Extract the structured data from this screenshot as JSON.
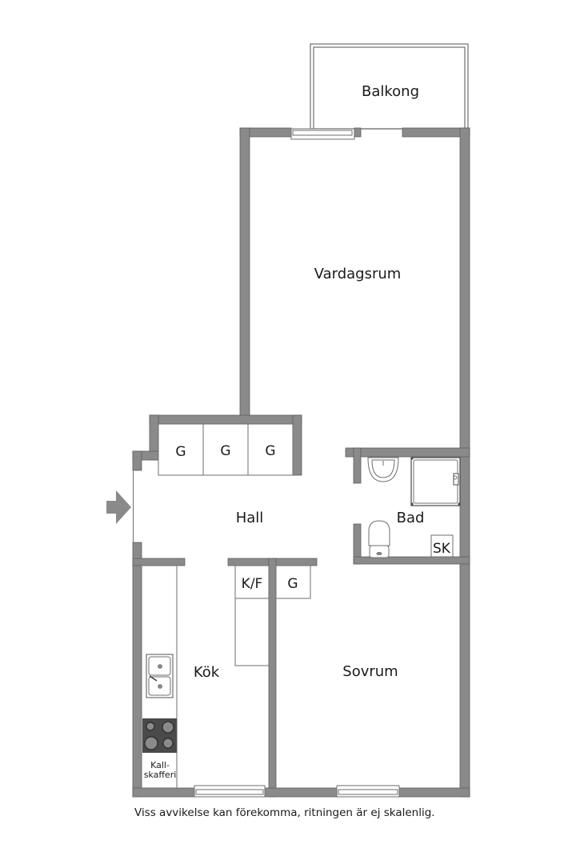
{
  "floorplan": {
    "colors": {
      "wall": "#8a8a8a",
      "wall_edge": "#5e5e5e",
      "line": "#6e6e6e",
      "stove": "#4a4a4a",
      "background": "#ffffff"
    },
    "rooms": {
      "balcony": "Balkong",
      "living_room": "Vardagsrum",
      "hall": "Hall",
      "bathroom": "Bad",
      "kitchen": "Kök",
      "bedroom": "Sovrum"
    },
    "fixtures": {
      "wardrobe_1": "G",
      "wardrobe_2": "G",
      "wardrobe_3": "G",
      "wardrobe_bedroom": "G",
      "fridge_freezer": "K/F",
      "cabinet": "SK",
      "pantry_line1": "Kall-",
      "pantry_line2": "skafferi"
    },
    "icons": {
      "entrance": "entrance-arrow-icon",
      "sink": "double-sink-icon",
      "stove": "stove-icon",
      "washbasin": "washbasin-icon",
      "shower": "shower-icon",
      "toilet": "toilet-icon"
    },
    "disclaimer": "Viss avvikelse kan förekomma, ritningen är ej skalenlig."
  }
}
